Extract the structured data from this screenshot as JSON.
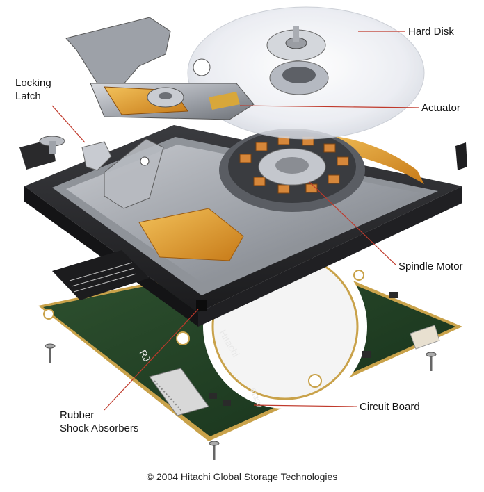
{
  "labels": {
    "hard_disk": "Hard Disk",
    "locking_latch_line1": "Locking",
    "locking_latch_line2": "Latch",
    "actuator": "Actuator",
    "spindle_motor": "Spindle Motor",
    "circuit_board": "Circuit Board",
    "rubber_line1": "Rubber",
    "rubber_line2": "Shock Absorbers"
  },
  "board_texts": {
    "hitachi": "Hitachi",
    "code": "6130V",
    "marking": "RJ"
  },
  "copyright": "© 2004 Hitachi Global Storage Technologies",
  "colors": {
    "leader_line": "#c0392b",
    "board_green": "#1f3a22",
    "board_edge": "#c9a24a",
    "flex_copper": "#d89a2b",
    "chassis_dark": "#2b2b2e",
    "chassis_metal": "#9a9da3",
    "platter": "#e6e8ee"
  }
}
